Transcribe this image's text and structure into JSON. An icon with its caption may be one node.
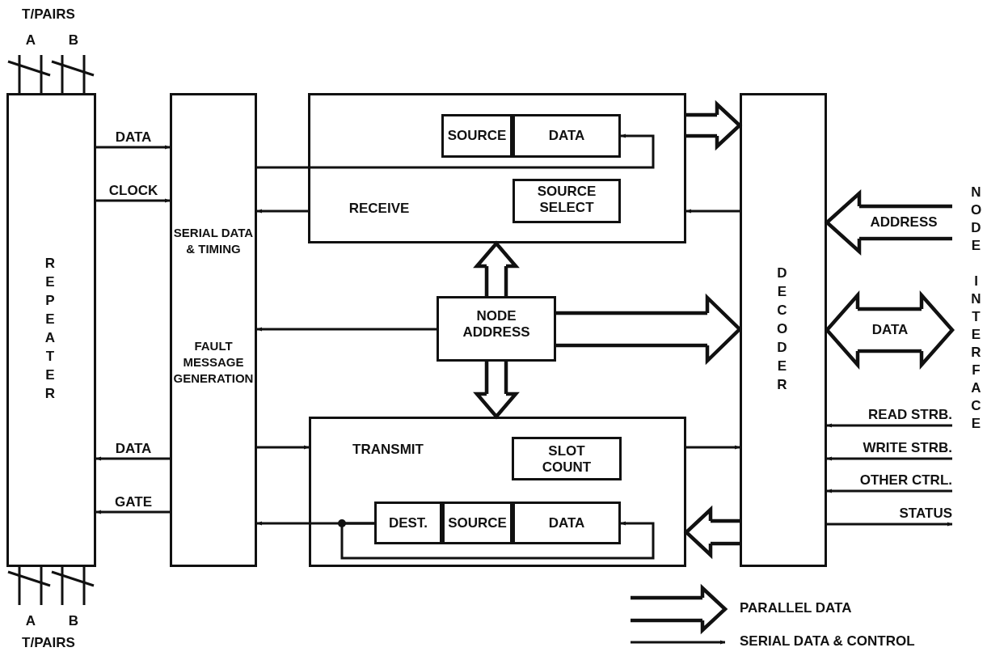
{
  "diagram": {
    "nodes": [
      {
        "text": [
          "REPEATER"
        ]
      },
      {
        "text": [
          "SERIAL DATA & TIMING",
          "FAULT MESSAGE GENERATION"
        ]
      },
      {
        "text": [
          "RECEIVE"
        ]
      },
      {
        "text": [
          "SOURCE"
        ],
        "in": 2
      },
      {
        "text": [
          "DATA"
        ],
        "in": 2
      },
      {
        "text": [
          "SOURCE SELECT"
        ],
        "in": 2
      },
      {
        "text": [
          "NODE ADDRESS"
        ]
      },
      {
        "text": [
          "TRANSMIT"
        ]
      },
      {
        "text": [
          "SLOT COUNT"
        ],
        "in": 7
      },
      {
        "text": [
          "DEST."
        ],
        "in": 7
      },
      {
        "text": [
          "SOURCE"
        ],
        "in": 7
      },
      {
        "text": [
          "DATA"
        ],
        "in": 7
      },
      {
        "text": [
          "DECODER"
        ]
      }
    ],
    "edges": [
      {
        "from": null,
        "to": 0,
        "arrow": "none"
      },
      {
        "from": null,
        "to": 0,
        "arrow": "none"
      },
      {
        "from": null,
        "to": 0,
        "arrow": "none"
      },
      {
        "from": null,
        "to": 0,
        "arrow": "none"
      },
      {
        "from": 0,
        "to": 1,
        "label": "DATA",
        "arrow": "to"
      },
      {
        "from": 0,
        "to": 1,
        "label": "CLOCK",
        "arrow": "to"
      },
      {
        "from": 1,
        "to": 0,
        "label": "DATA",
        "arrow": "to"
      },
      {
        "from": 1,
        "to": 0,
        "label": "GATE",
        "arrow": "to"
      },
      {
        "from": 0,
        "to": null,
        "arrow": "none"
      },
      {
        "from": 0,
        "to": null,
        "arrow": "none"
      },
      {
        "from": 0,
        "to": null,
        "arrow": "none"
      },
      {
        "from": 0,
        "to": null,
        "arrow": "none"
      },
      {
        "from": 1,
        "to": 4,
        "arrow": "to"
      },
      {
        "from": 2,
        "to": 1,
        "arrow": "to"
      },
      {
        "from": 12,
        "to": 2,
        "arrow": "to"
      },
      {
        "from": 2,
        "to": 12,
        "arrow": "to",
        "style": "thick"
      },
      {
        "from": 6,
        "to": 2,
        "arrow": "to",
        "style": "thick"
      },
      {
        "from": 6,
        "to": 1,
        "arrow": "to"
      },
      {
        "from": 6,
        "to": 12,
        "arrow": "to",
        "style": "thick"
      },
      {
        "from": 6,
        "to": 7,
        "arrow": "to",
        "style": "thick"
      },
      {
        "from": 1,
        "to": 7,
        "arrow": "to"
      },
      {
        "from": 7,
        "to": 12,
        "arrow": "to"
      },
      {
        "from": 12,
        "to": 7,
        "arrow": "to",
        "style": "thick"
      },
      {
        "from": 9,
        "to": 1,
        "arrow": "to"
      },
      {
        "from": 9,
        "to": 11,
        "arrow": "to"
      },
      {
        "from": null,
        "to": 12,
        "label": "ADDRESS",
        "arrow": "to",
        "style": "thick"
      },
      {
        "from": 12,
        "to": null,
        "label": "DATA",
        "arrow": "both",
        "style": "thick"
      },
      {
        "from": null,
        "to": 12,
        "label": "READ STRB.",
        "arrow": "to"
      },
      {
        "from": null,
        "to": 12,
        "label": "WRITE STRB.",
        "arrow": "to"
      },
      {
        "from": null,
        "to": 12,
        "label": "OTHER CTRL.",
        "arrow": "to"
      },
      {
        "from": 12,
        "to": null,
        "label": "STATUS",
        "arrow": "to"
      }
    ],
    "labels": [
      "T/PAIRS",
      "A",
      "B",
      "NODE INTERFACE",
      "A",
      "B",
      "T/PAIRS"
    ],
    "legend": [
      {
        "text": "PARALLEL DATA"
      },
      {
        "text": "SERIAL DATA & CONTROL"
      }
    ]
  }
}
